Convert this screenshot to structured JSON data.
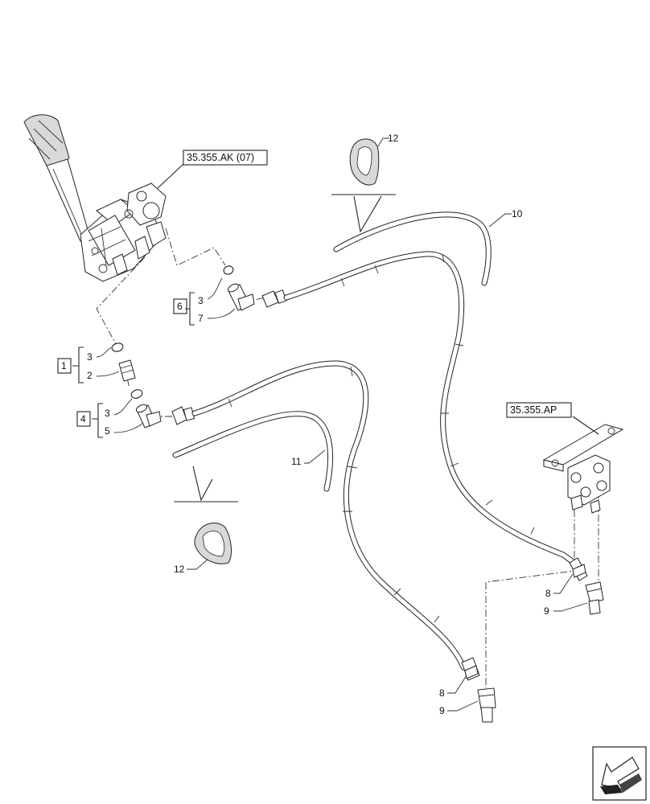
{
  "references": {
    "control_valve": "35.355.AK (07)",
    "quick_couplers": "35.355.AP"
  },
  "group_boxes": [
    "1",
    "4",
    "6"
  ],
  "item_labels": {
    "group1_top": "3",
    "group1_bottom": "2",
    "group4_top": "3",
    "group4_bottom": "5",
    "group6_top": "3",
    "group6_bottom": "7",
    "hose_upper": "10",
    "hose_lower": "11",
    "clip_top": "12",
    "clip_bottom": "12",
    "fitting_right_8": "8",
    "fitting_right_9": "9",
    "fitting_bottom_8": "8",
    "fitting_bottom_9": "9"
  },
  "icons": {
    "nav": "arrow-down-left-icon"
  }
}
